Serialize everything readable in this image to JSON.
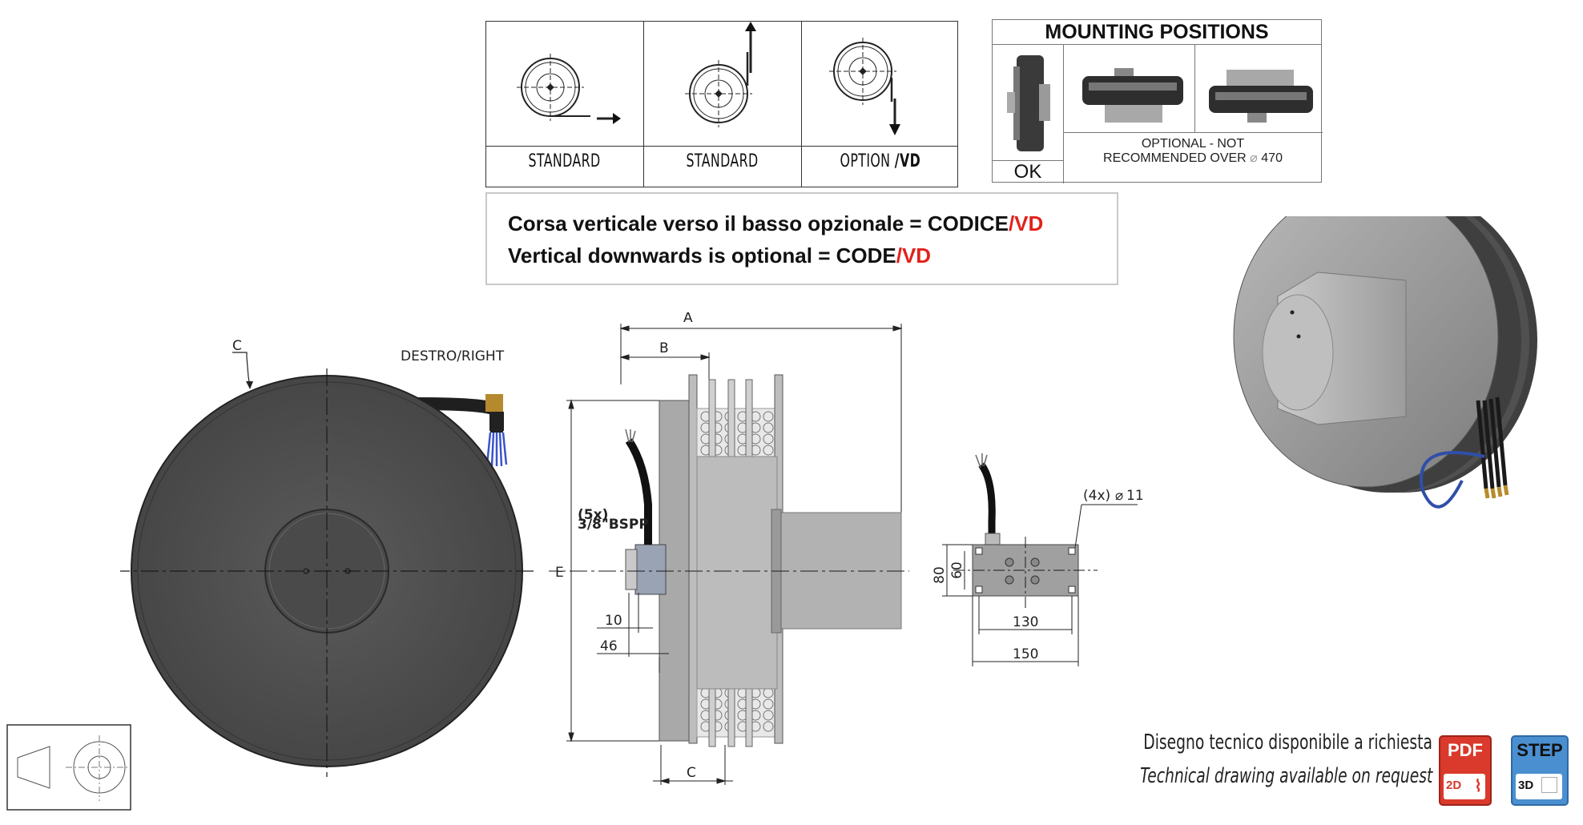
{
  "direction_table": {
    "labels": [
      "STANDARD",
      "STANDARD",
      "OPTION"
    ],
    "option_code": "/VD"
  },
  "mounting": {
    "title": "MOUNTING POSITIONS",
    "ok_label": "OK",
    "optional_line1": "OPTIONAL - NOT",
    "optional_line2": "RECOMMENDED OVER",
    "optional_diameter": "470"
  },
  "note": {
    "line1_prefix": "Corsa verticale verso il basso opzionale = CODICE",
    "line2_prefix": "Vertical downwards is optional = CODE",
    "code_suffix": "/VD",
    "accent_color": "#e2211c"
  },
  "front_view": {
    "label_c": "C",
    "side_label": "DESTRO/RIGHT"
  },
  "side_view": {
    "dim_a": "A",
    "dim_b": "B",
    "dim_c": "C",
    "dim_e": "E",
    "port_count": "(5x)",
    "port_thread": "3/8\"BSPP",
    "dim_10": "10",
    "dim_46": "46"
  },
  "bracket_view": {
    "holes": "(4x)",
    "hole_diameter": "11",
    "dim_80": "80",
    "dim_60": "60",
    "dim_130": "130",
    "dim_150": "150"
  },
  "footer": {
    "line_it": "Disegno tecnico disponibile a richiesta",
    "line_en": "Technical drawing available on request",
    "pdf_badge": "PDF",
    "pdf_sub": "2D",
    "step_badge": "STEP",
    "step_sub": "3D",
    "pdf_color": "#d93a2b",
    "step_color": "#4a8fd0"
  }
}
